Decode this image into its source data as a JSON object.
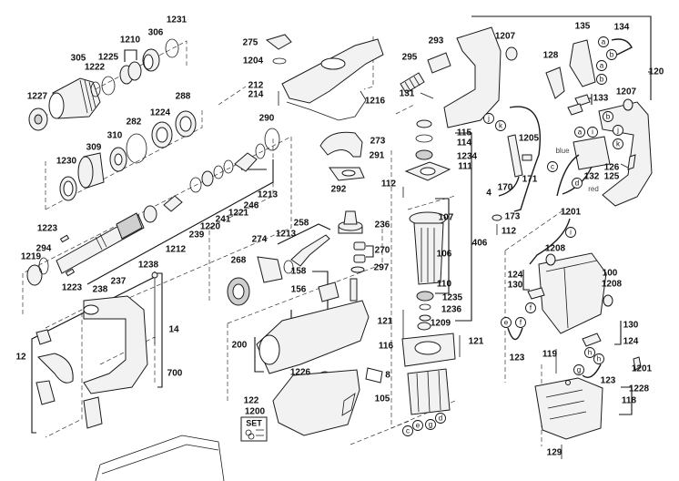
{
  "diagram": {
    "part_labels": [
      "1231",
      "306",
      "1210",
      "1225",
      "305",
      "1222",
      "1227",
      "288",
      "1224",
      "282",
      "310",
      "309",
      "1230",
      "1213",
      "246",
      "1221",
      "241",
      "1220",
      "239",
      "1212",
      "1223",
      "294",
      "1219",
      "1223",
      "237",
      "238",
      "1238",
      "12",
      "14",
      "700",
      "275",
      "1204",
      "212",
      "214",
      "1216",
      "290",
      "273",
      "291",
      "292",
      "258",
      "1213",
      "274",
      "268",
      "236",
      "270",
      "297",
      "158",
      "156",
      "200",
      "1226",
      "122",
      "1200",
      "8",
      "293",
      "295",
      "131",
      "1207",
      "115",
      "114",
      "1234",
      "111",
      "112",
      "1205",
      "4",
      "170",
      "171",
      "173",
      "112",
      "107",
      "406",
      "106",
      "110",
      "1235",
      "1236",
      "1209",
      "121",
      "121",
      "116",
      "105",
      "135",
      "134",
      "128",
      "120",
      "133",
      "1207",
      "132",
      "126",
      "125",
      "1201",
      "1208",
      "100",
      "1208",
      "124",
      "130",
      "123",
      "130",
      "124",
      "119",
      "123",
      "1201",
      "1228",
      "118",
      "129"
    ],
    "connector_markers": [
      "j",
      "k",
      "a",
      "b",
      "a",
      "b",
      "b",
      "a",
      "i",
      "j",
      "k",
      "c",
      "d",
      "i",
      "f",
      "e",
      "f",
      "h",
      "h",
      "g",
      "c",
      "e",
      "g",
      "d"
    ],
    "wire_color_labels": [
      "blue",
      "red"
    ],
    "set_icon": {
      "label": "SET"
    }
  }
}
